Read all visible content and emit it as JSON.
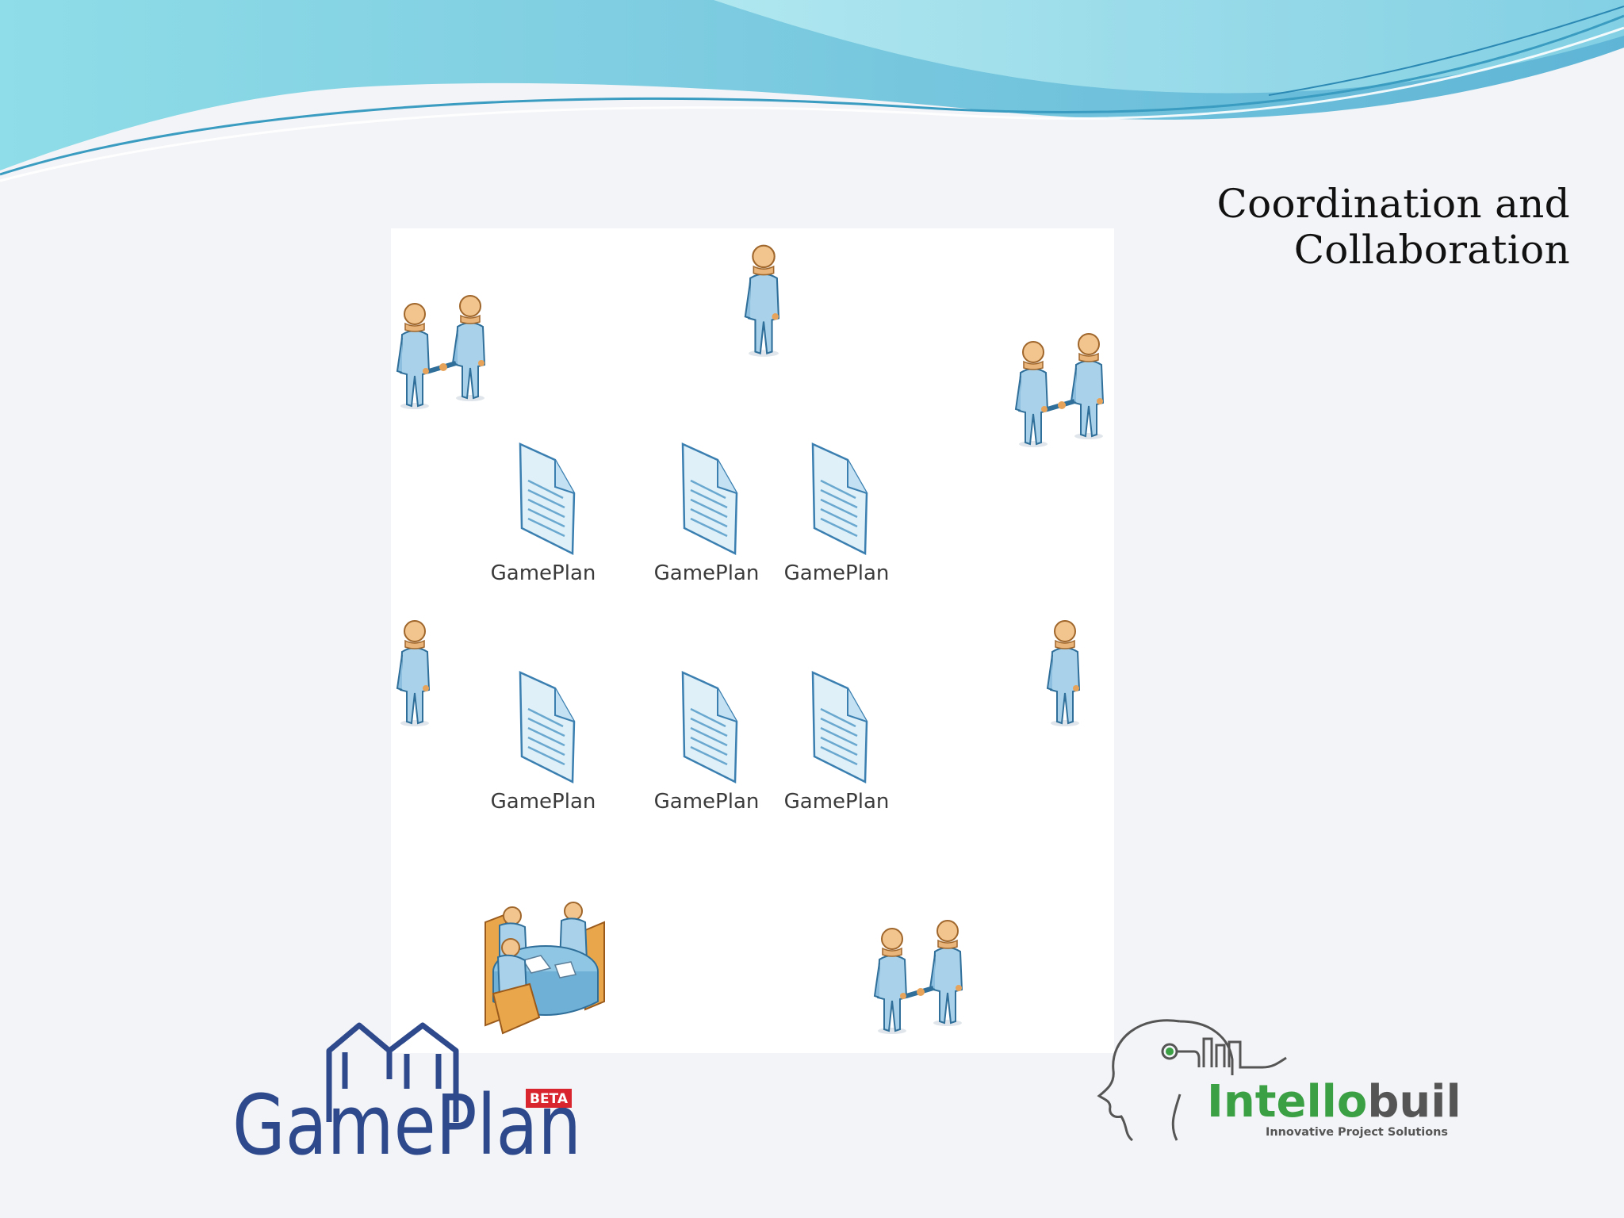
{
  "slide": {
    "title": "Coordination and Collaboration"
  },
  "diagram": {
    "documents": [
      {
        "label": "GamePlan"
      },
      {
        "label": "GamePlan"
      },
      {
        "label": "GamePlan"
      },
      {
        "label": "GamePlan"
      },
      {
        "label": "GamePlan"
      },
      {
        "label": "GamePlan"
      }
    ],
    "people_icons": [
      "handshake-icon",
      "person-icon",
      "handshake-icon",
      "person-icon",
      "person-icon",
      "meeting-table-icon",
      "handshake-icon"
    ]
  },
  "logos": {
    "gameplan": {
      "text": "GamePlan",
      "badge": "BETA"
    },
    "intellobuild": {
      "text_main": "Intello",
      "text_accent": "build",
      "tagline": "Innovative Project Solutions"
    }
  },
  "colors": {
    "wave_light": "#a8e6ee",
    "wave_mid": "#6cc6dc",
    "wave_dark": "#3a9cc0",
    "figure_blue": "#a9d2ea",
    "figure_outline": "#2f6f9a",
    "gameplan_blue": "#2e4a8c",
    "beta_red": "#d9262e",
    "intello_green": "#3aa043"
  }
}
